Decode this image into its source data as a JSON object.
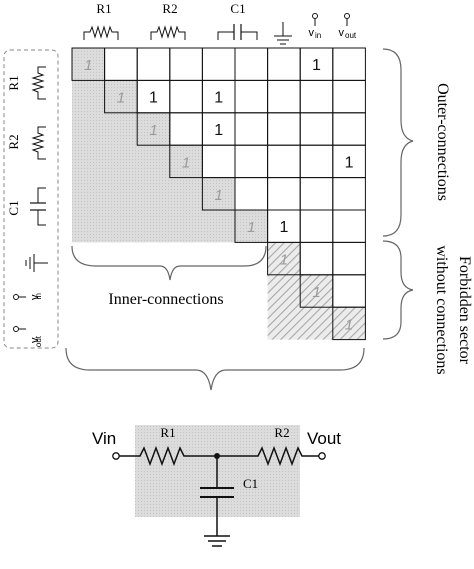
{
  "labels": {
    "R1": "R1",
    "R2": "R2",
    "C1": "C1",
    "vin_v": "v",
    "vin_sub": "in",
    "vout_v": "v",
    "vout_sub": "out",
    "inner_connections": "Inner-connections",
    "outer_line1": "Outer-connections",
    "forbidden_line1": "Forbidden sector",
    "forbidden_line2": "without connections"
  },
  "matrix": {
    "size": 9,
    "diagonal_value": "1",
    "ones": [
      {
        "row": 0,
        "col": 7,
        "value": "1"
      },
      {
        "row": 1,
        "col": 2,
        "value": "1"
      },
      {
        "row": 1,
        "col": 4,
        "value": "1"
      },
      {
        "row": 2,
        "col": 4,
        "value": "1"
      },
      {
        "row": 3,
        "col": 8,
        "value": "1"
      },
      {
        "row": 5,
        "col": 6,
        "value": "1"
      }
    ]
  },
  "circuit": {
    "vin": "Vin",
    "vout": "Vout",
    "r1": "R1",
    "r2": "R2",
    "c1": "C1"
  },
  "colors": {
    "line": "#111111",
    "shade": "#d9d9d9",
    "hatch": "#999999",
    "diag_text": "#9a9a9a",
    "dash": "#888888"
  }
}
